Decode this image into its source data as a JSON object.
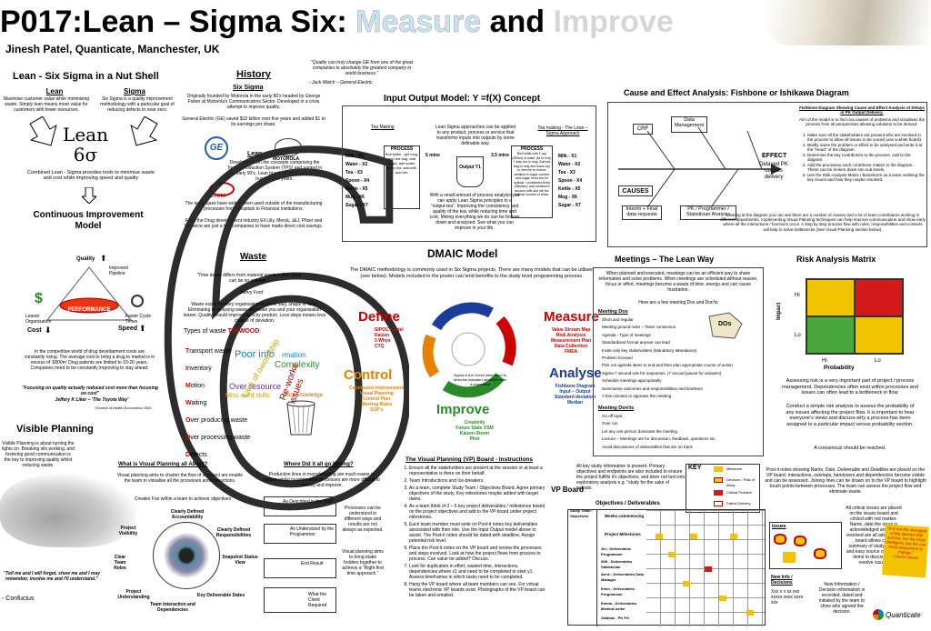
{
  "header": {
    "title": "P017:Lean – Sigma Six: Measure and Improve",
    "title_part1": "P017:Lean – Sigma Six: ",
    "title_part2": "Measure",
    "title_part3": " and ",
    "title_part4": "Improve",
    "subtitle": "Jinesh Patel, Quanticate, Manchester, UK",
    "quote": "\"Quality can truly change GE from one of the great companies to absolutely the greatest company in world business.\"",
    "quote_author": "- Jack Welch – General Electric"
  },
  "nutshell": {
    "title": "Lean - Six Sigma in a Nut Shell",
    "lean_head": "Lean",
    "lean_text": "Maximise customer value while minimising waste. Simply lean means more value for customers with fewer resources.",
    "sigma_head": "Sigma",
    "sigma_text": "Six Sigma is a quality improvement methodology with a particular goal of reducing defects to near zero.",
    "logo_text1": "Lean",
    "logo_text2": "6σ",
    "combined": "Combined Lean - Sigma provides tools to minimise waste and cost while improving speed and quality",
    "ci_title": "Continuous Improvement Model",
    "quality": "Quality",
    "cost": "Cost",
    "speed": "Speed",
    "performance": "PERFORMANCE",
    "improved_pipeline": "Improved Pipeline",
    "leaner_org": "Leaner Organisation",
    "faster_cycle": "Faster Cycle Times",
    "competitive_text": "In the competitive world of drug development costs are constantly rising. The average cost to bring a drug to market is in excess of '£800m' Drug patents are limited to 10-20 years. Companies need to be constantly improving to stay ahead.",
    "focus_quote": "\"Focusing on quality actually reduced cost more than focusing on cost\"",
    "focus_author": "Jeffery K Liker – 'The Toyota Way'",
    "ref": "¹Journal of Health Economics 2003"
  },
  "history": {
    "title": "History",
    "six_sigma_head": "Six Sigma",
    "six_sigma_text1": "Originally founded by Motorola in the early 80's headed by George Fisher at Motorola's Communicators Sector. Developed in a crisis attempt to improve quality.",
    "six_sigma_text2": "General Electric (GE) saved $12 billion over five years and added $1 to its earnings per share.",
    "lean_head": "Lean",
    "lean_text": "Developed from the concepts comprising the Toyota Production System (TPS) and named in the early 90's. Lean practices have existed for hundreds of years.",
    "lean_text2": "The techniques have widely been used outside of the manufacturing processes from Hospitals to Financial Institutions.",
    "lean_text3": "From the Drug development industry Eli Lilly, Merck, J&J, Pfizer and Covance are just a few companies to have made direct cost savings.",
    "logo_ge": "GE",
    "logo_motorola": "MOTOROLA",
    "logo_toyota": "TOYOTA"
  },
  "waste": {
    "title": "Waste",
    "quote": "\"Time waste differs from material waste in that there can be no salvage.\"",
    "quote_author": "– Henry Ford",
    "intro": "Waste exists in every organisation in some way, shape or form. Eliminating or reducing waste will make you and your organisation leaner. Quality should improve as a by product. Less steps means less chance of deviation.",
    "types_label": "Types of waste",
    "acronym": "TIMWOOD",
    "items": [
      "Transport waste",
      "Inventory",
      "Motion",
      "Waiting",
      "Over producing waste",
      "Over processing waste",
      "Defects"
    ],
    "letters": [
      "T",
      "I",
      "M",
      "W",
      "O",
      "O",
      "D"
    ],
    "rests": [
      "ransport waste",
      "nventory",
      "otion",
      "aiting",
      "ver producing waste",
      "ver processing waste",
      "efects"
    ],
    "cloud": [
      "Poor info",
      "Complexity",
      "Over resource",
      "Miss used skills",
      "Poor knowledge",
      "Re-works issues",
      "Lack of ownership",
      "rmation",
      "Poor"
    ]
  },
  "io_model": {
    "title": "Input Output Model: Y =f(X) Concept",
    "left_title": "Tea Making",
    "right_title": "Tea making - The Lean – Sigma Approach",
    "center_text": "Lean Sigma approaches can be applied to any product, process or service that transforms inputs into outputs by some definable way.",
    "center_text2": "With a small amount of process analysis you can apply Lean Sigma principles to a \"output-tea\". Improving the consistency and quality of the tea, while reducing time and cost. Mixing everything we do can be broken down and analysed. See what you can improve in your life.",
    "process": "PROCESS",
    "process_left": "Boil kettle , get mug, add tea bag, add sugar, add water, brew tea, add milk and stir.",
    "process_right": "Boil Kettle with 1 cup (250ml) of water (its to boil). 1 tbsp tea in mug. Add tea bag to mug and leave cup to remove to reduce variation in sugar content, add sugar, brew tea for optimal / considered Brew (Minutes), add measured amount milk and stir the optimal number of times.",
    "time_left": "5 mins",
    "time_right": "3.5 mins",
    "output": "Output Y1",
    "inputs_left": [
      "Milk -",
      "Water -",
      "Tea -",
      "Spoon -",
      "Kettle -",
      "Mug -",
      "Sugar -"
    ],
    "inputs_right": [
      "Milk -",
      "Water -",
      "Tea -",
      "Spoon -",
      "Kettle -",
      "Mug -",
      "Sugar -"
    ],
    "xs": [
      "X1",
      "X2",
      "X3",
      "X4",
      "X5",
      "X6",
      "X7"
    ]
  },
  "fishbone": {
    "title": "Cause and Effect Analysis: Fishbone or Ishikawa Diagram",
    "crf": "CRF",
    "data_mgmt": "Data Management",
    "causes": "CAUSES",
    "effect": "EFFECT",
    "effect_text": "Delayed PK outputs delivery",
    "interim": "Interim + Final data requests",
    "pk": "PK / Programmer / Statistician Analysis",
    "side_title": "Fishbone Diagram Showing Cause and Effect Analysis of Delays in PK Output Delivery.",
    "side_intro": "Aim of the model is to find root causes of problems and visualises the process from all perspectives allowing solutions to be derived.",
    "steps": [
      "Make sure all the stakeholders are present who are involved in the process to allow all issues to be voiced (use a white board).",
      "Briefly name the problem or effect to be analysed and write it at the \"Head\" of the diagram.",
      "Determine the key contributors to the process. Add to the diagram.",
      "Add the processes each contributor makes to the diagram. These can be broken down into sub levels.",
      "Use the Risk Analysis Matrix / Brainstorm as a team outlining the key issues and how they maybe resolved."
    ],
    "footer": "Looking at the diagram you can see there are a number of causes and a lot of team contributors working in different departments. Implementing Visual Planning techniques can help improve communication and show early where all the interactions / functions occur. A step by step process flow with roles, responsibilities and contacts will help to solve bottlenecks (See Visual Planning section below)."
  },
  "dmaic": {
    "title": "DMAIC Model",
    "intro": "The DMAIC methodology is commonly used in Six Sigma projects. There are many models that can be utilised (see below). Models included in the poster can lend benefits to the study level programming process.",
    "define": "Define",
    "define_items": [
      "SIPOC model",
      "Kaizen",
      "5 Whys",
      "CTQ"
    ],
    "measure": "Measure",
    "measure_items": [
      "Value Stream Map",
      "Risk Analysis",
      "Measurement Plan",
      "Data Collection",
      "FMEA"
    ],
    "analyse": "Analyse",
    "analyse_items": [
      "Fishbone Diagram",
      "Input – Output",
      "Standard deviation",
      "Median"
    ],
    "improve": "Improve",
    "improve_items": [
      "Creativity",
      "Future State VSM",
      "Kaizen-Storm",
      "Pilot"
    ],
    "control": "Control",
    "control_items": [
      "Continuous Improvement",
      "Visual Planning",
      "Control Plan",
      "Meeting Rules",
      "SOP's"
    ],
    "center_text": "Sigma is the Greek letter used to describe standard deviation from a population"
  },
  "meetings": {
    "title": "Meetings – The Lean Way",
    "intro": "When planned and executed, meetings can be an efficient way to share information and solve problems. When meetings are scheduled without reason, focus or effort, meetings become a waste of time, energy and can cause frustration.",
    "here": "Here are a few meeting Dos and Don'ts",
    "dos": "DOs",
    "dos_head": "Meeting Dos",
    "dos_items": [
      "Short and regular",
      "Meeting ground rules – Team consensus",
      "Agenda - Type of meetings",
      "Standardised format anyone can lead",
      "Invite only key stakeholders (Mandatory attendance)",
      "Problem focused",
      "Pick run agenda items to end and then plan appropriate course of action",
      "Sigma 7 second rule for responses. (7 second pause for answers)",
      "Schedule meetings appropriately",
      "Summarise outcomes and responsibilities and timelines",
      "A few minutes to appraise the meeting"
    ],
    "donts_head": "Meeting Don'ts",
    "donts_items": [
      "Go off topic",
      "Over run",
      "Let any one person dominate the meeting",
      "Lecture – Meetings are for discussion, feedback, questions etc",
      "Avoid discussions of deliverables that are on track"
    ]
  },
  "risk": {
    "title": "Risk Analysis Matrix",
    "impact": "Impact",
    "probability": "Probability",
    "hi": "Hi",
    "lo": "Lo",
    "text1": "Assessing risk is a very important part of project / process management. Dependencies often exist within processes and issues can often lead to a bottleneck in flow.",
    "text2": "Conduct a simple risk analysis to assess the probability of any issues affecting the project flow. It is important to hear everyone's views and discuss why a process has been assigned to a particular impact versus probability section.",
    "text3": "A consensus should be reached."
  },
  "visual": {
    "title": "Visible Planning",
    "intro": "Visible Planning is about turning the lights on. Breaking silo working, and fostering good communication is the key to improving quality whilst reducing waste.",
    "what_title": "What is Visual Planning all About?",
    "what_text": "Visual planning aims to charter the flow of a project are enable the team to visualise all the processes and interactions.",
    "creates": "Creates Fun within a team to achieve objectives",
    "wheel": [
      "Clearly Defined Accountability",
      "Clearly Defined Responsibilities",
      "Snapshot Status View",
      "Key Deliverable Dates",
      "Team Interaction and Dependencies",
      "Project Understanding",
      "Clear Team Roles",
      "Project Visibility"
    ],
    "where_title": "Where Did it all go Wrong?",
    "where_text": "Production lines in manufacturing are much easier to picture whilst invisible work processes are more difficult to identify and improve.",
    "comic": [
      "As Described in the SOP",
      "As Understood by the Programmer",
      "End Result",
      "What the Client Required"
    ],
    "processes": "Processes can be understood in different ways and results are not always as expected.",
    "aims": "Visual planning aims to bring stake holders together to achieve a \"Right first time approach.\"",
    "tell_me": "\"Tell me and I will forget, show me and I may remember, involve me and I'll understand.\"",
    "confucius": "- Confucius"
  },
  "vp_board": {
    "title": "The Visual Planning (VP) Board - Instructions",
    "steps": [
      "Ensure all the stakeholders are present at the session or at least a representative is there on their behalf.",
      "Team Introductions and Ice-breakers.",
      "As a team, complete Study Team / Objectives Board. Agree primary objectives of the study. Key milestones maybe added with target dates.",
      "As a team think of 3 – 5 key project deliverables / milestones based on the project objectives and add to the VP board under project milestones.",
      "Each team member must write on Post-it notes key deliverables associated with their role. Use the Input Output model above to assist. The Post-it notes should be dated with deadline. Assign potential risk level.",
      "Place the Post-it notes on the VP board and review the processes and steps involved. Look at how the project flows from process to process. Can value be added? Discuss.",
      "Look for duplication in effort, wasted time, interactions, dependencies where x1 and need to be completed to start y1. Assess timeframes in which tasks need to be completed.",
      "Hang the VP board where all team members can see. For virtual teams electronic VP boards exist. Photographs of the VP board can be taken and emailed."
    ],
    "note": "All key study information is present. Primary objectives and endpoints are also included to ensure the project fulfills it's objectives, and does not turn into exploratory analysis e.g. \"study for the sake of outputs.",
    "key": "KEY",
    "key_items": [
      "Milestone",
      "Decision / Risk of delay",
      "Critical Problem",
      "Failed Delivery"
    ],
    "board_label": "VP Board",
    "post_it": "Post-it notes showing Name, Date, Deliverable and Deadline are placed on the VP board. Interactions, overlaps, handovers and dependencies become visible and can be assessed. Joining lines can be drawn on to the VP board to highlight touch points between processes. The team can assess the project flow and eliminate waste.",
    "critical": "All critical issues are placed on the issues board and circled with red marker. Name, date the issue is acknowledged and date resolved are all added. The board allows clear summary of study issues and easy source of agenda items to discuss and resolve issues.",
    "issues": "Issues",
    "new_info": "New Info / Decisions",
    "new_info_text": "New Information / Decision information is recorded, dated and initialed by the team to show who agreed the decision.",
    "darwin": "\"It is not the strongest of the species that survive, nor the most intelligent, but the one most responsive to change.\"",
    "darwin_author": "- Charles Darwin",
    "study_team": "Study Team / Objectives",
    "objectives": "Objectives / Deliverables",
    "weeks": "Weeks commencing",
    "project_milestones": "Project Milestones",
    "roles": [
      "Jin - Deliverables Programmer",
      "Will - Deliverables Statistician",
      "Anne - Deliverables Data Manager",
      "Emin - Deliverables Programmer",
      "Emma - Deliverables Medical writer",
      "Vaibhav - PK PO"
    ],
    "xxx": "Xxx x x xx xxx xxxxx xxxx xxxx xxx"
  },
  "footer": {
    "logo": "Quanticate"
  }
}
